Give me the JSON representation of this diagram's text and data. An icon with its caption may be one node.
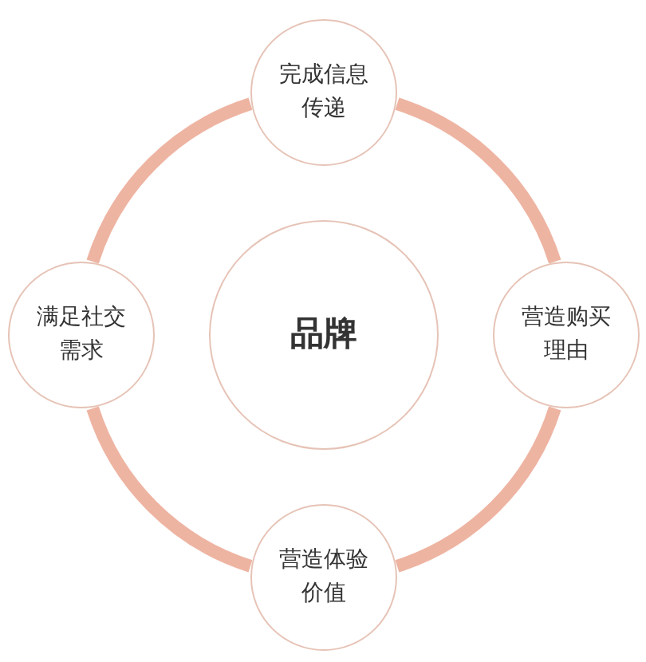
{
  "diagram": {
    "nodes": [
      {
        "text": [
          "品牌"
        ]
      },
      {
        "text": [
          "完成信息传递"
        ]
      },
      {
        "text": [
          "营造购买理由"
        ]
      },
      {
        "text": [
          "营造体验价值"
        ]
      },
      {
        "text": [
          "满足社交需求"
        ]
      }
    ],
    "edges": [
      {
        "from": 1,
        "to": 2,
        "arrow": "none"
      },
      {
        "from": 2,
        "to": 3,
        "arrow": "none"
      },
      {
        "from": 3,
        "to": 4,
        "arrow": "none"
      },
      {
        "from": 4,
        "to": 1,
        "arrow": "none"
      }
    ]
  }
}
